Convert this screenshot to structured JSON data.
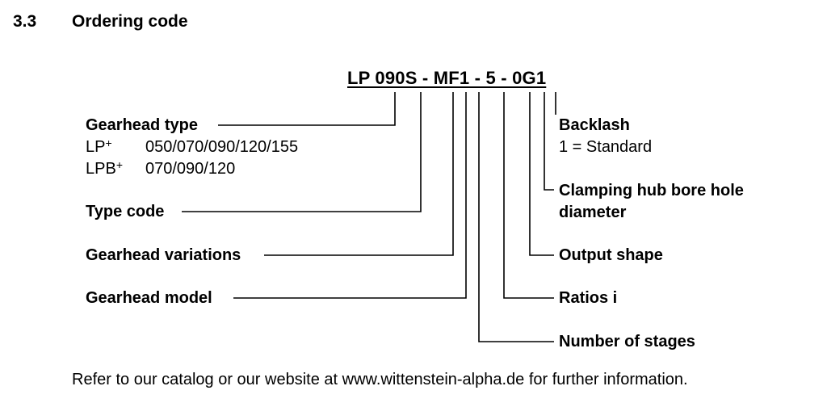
{
  "section": {
    "number": "3.3",
    "title": "Ordering code"
  },
  "code": {
    "text": "LP 090S - MF1 - 5 - 0G1"
  },
  "left": {
    "gearhead_type": {
      "title": "Gearhead type",
      "rows": [
        {
          "prefix": "LP",
          "sup": "+",
          "values": "050/070/090/120/155"
        },
        {
          "prefix": "LPB",
          "sup": "+",
          "values": "070/090/120"
        }
      ]
    },
    "type_code": "Type code",
    "variations": "Gearhead variations",
    "model": "Gearhead model"
  },
  "right": {
    "backlash": {
      "title": "Backlash",
      "value": "1 = Standard"
    },
    "clamping_line1": "Clamping hub bore hole",
    "clamping_line2": "diameter",
    "output_shape": "Output shape",
    "ratios": "Ratios i",
    "stages": "Number of stages"
  },
  "footer": "Refer to our catalog or our website at www.wittenstein-alpha.de for further information."
}
